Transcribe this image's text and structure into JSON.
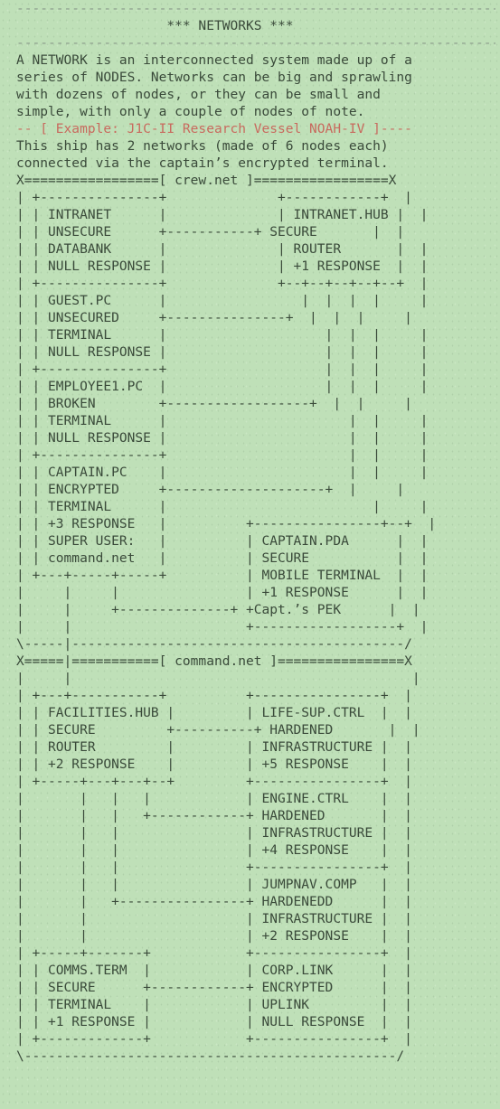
{
  "document": {
    "top_rule": "-------------------------------------------------------------",
    "title": "                   *** NETWORKS ***",
    "title_rule": "-------------------------------------------------------------",
    "intro": [
      "A NETWORK is an interconnected system made up of a",
      "series of NODES. Networks can be big and sprawling",
      "with dozens of nodes, or they can be small and",
      "simple, with only a couple of nodes of note.",
      ""
    ],
    "example_heading": "-- [ Example: J1C-II Research Vessel NOAH-IV ]----",
    "example_text": [
      "This ship has 2 networks (made of 6 nodes each)",
      "connected via the captain’s encrypted terminal.",
      ""
    ],
    "crew_net_diagram": [
      "X=================[ crew.net ]=================X",
      "| +---------------+              +------------+  |",
      "| | INTRANET      |              | INTRANET.HUB |  |",
      "| | UNSECURE      +-----------+ SECURE       |  |",
      "| | DATABANK      |              | ROUTER       |  |",
      "| | NULL RESPONSE |              | +1 RESPONSE  |  |",
      "| +---------------+              +--+--+--+--+--+  |",
      "| | GUEST.PC      |                 |  |  |  |     |",
      "| | UNSECURED     +---------------+  |  |  |     |",
      "| | TERMINAL      |                    |  |  |     |",
      "| | NULL RESPONSE |                    |  |  |     |",
      "| +---------------+                    |  |  |     |",
      "| | EMPLOYEE1.PC  |                    |  |  |     |",
      "| | BROKEN        +------------------+  |  |     |",
      "| | TERMINAL      |                       |  |     |",
      "| | NULL RESPONSE |                       |  |     |",
      "| +---------------+                       |  |     |",
      "| | CAPTAIN.PC    |                       |  |     |",
      "| | ENCRYPTED     +--------------------+  |     |",
      "| | TERMINAL      |                          |     |",
      "| | +3 RESPONSE   |          +----------------+--+  |",
      "| | SUPER USER:   |          | CAPTAIN.PDA      |  |",
      "| | command.net   |          | SECURE           |  |",
      "| +---+-----+-----+          | MOBILE TERMINAL  |  |",
      "|     |     |                | +1 RESPONSE      |  |",
      "|     |     +--------------+ +Capt.’s PEK      |  |",
      "|     |                      +------------------+  |",
      "\\-----|------------------------------------------/"
    ],
    "command_net_diagram": [
      "X=====|===========[ command.net ]================X",
      "|     |                                           |",
      "| +---+-----------+          +----------------+  |",
      "| | FACILITIES.HUB |         | LIFE-SUP.CTRL  |  |",
      "| | SECURE         +----------+ HARDENED       |  |",
      "| | ROUTER         |         | INFRASTRUCTURE |  |",
      "| | +2 RESPONSE    |         | +5 RESPONSE    |  |",
      "| +-----+---+---+--+         +----------------+  |",
      "|       |   |   |            | ENGINE.CTRL    |  |",
      "|       |   |   +------------+ HARDENED       |  |",
      "|       |   |                | INFRASTRUCTURE |  |",
      "|       |   |                | +4 RESPONSE    |  |",
      "|       |   |                +----------------+  |",
      "|       |   |                | JUMPNAV.COMP   |  |",
      "|       |   +----------------+ HARDENEDD      |  |",
      "|       |                    | INFRASTRUCTURE |  |",
      "|       |                    | +2 RESPONSE    |  |",
      "| +-----+-------+            +----------------+  |",
      "| | COMMS.TERM  |            | CORP.LINK      |  |",
      "| | SECURE      +------------+ ENCRYPTED      |  |",
      "| | TERMINAL    |            | UPLINK         |  |",
      "| | +1 RESPONSE |            | NULL RESPONSE  |  |",
      "| +-------------+            +----------------+  |",
      "\\-----------------------------------------------/"
    ]
  }
}
